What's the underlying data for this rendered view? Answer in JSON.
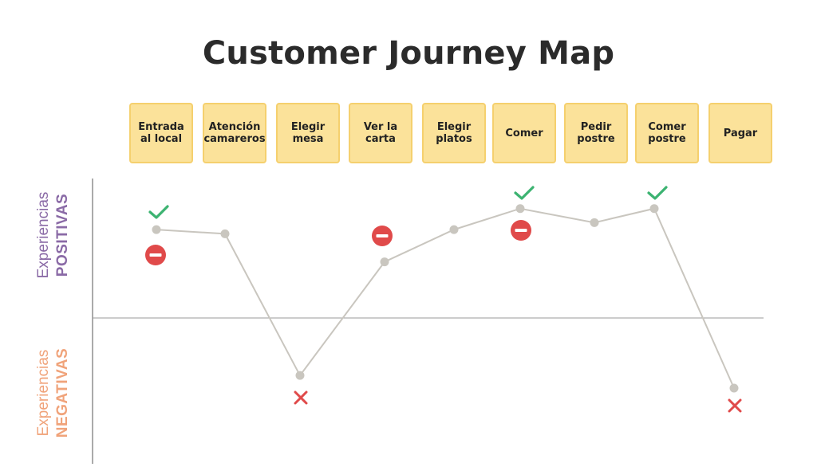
{
  "title": "Customer Journey Map",
  "axis": {
    "positive": {
      "line1": "Experiencias",
      "line2": "POSITIVAS",
      "color": "#8a6aa6"
    },
    "negative": {
      "line1": "Experiencias",
      "line2": "NEGATIVAS",
      "color": "#f0a37a"
    }
  },
  "colors": {
    "line": "#c9c6bf",
    "point": "#c9c6bf",
    "check": "#3cb371",
    "minus": "#e04a4a",
    "cross": "#e04a4a",
    "card_bg": "#fbe29a"
  },
  "chart_data": {
    "type": "line",
    "categories": [
      "Entrada al local",
      "Atención camareros",
      "Elegir mesa",
      "Ver la carta",
      "Elegir platos",
      "Comer",
      "Pedir postre",
      "Comer postre",
      "Pagar"
    ],
    "values": [
      0.63,
      0.6,
      -0.41,
      0.4,
      0.63,
      0.78,
      0.68,
      0.78,
      -0.5
    ],
    "ylim": [
      -1,
      1
    ],
    "markers": [
      {
        "stage": 0,
        "icons": [
          "check-icon",
          "minus-icon"
        ]
      },
      {
        "stage": 2,
        "icons": [
          "cross-icon"
        ]
      },
      {
        "stage": 3,
        "icons": [
          "minus-icon"
        ]
      },
      {
        "stage": 5,
        "icons": [
          "check-icon",
          "minus-icon"
        ]
      },
      {
        "stage": 7,
        "icons": [
          "check-icon"
        ]
      },
      {
        "stage": 8,
        "icons": [
          "cross-icon"
        ]
      }
    ]
  },
  "stages": [
    {
      "label": "Entrada al local"
    },
    {
      "label": "Atención camareros"
    },
    {
      "label": "Elegir mesa"
    },
    {
      "label": "Ver la carta"
    },
    {
      "label": "Elegir platos"
    },
    {
      "label": "Comer"
    },
    {
      "label": "Pedir postre"
    },
    {
      "label": "Comer postre"
    },
    {
      "label": "Pagar"
    }
  ]
}
